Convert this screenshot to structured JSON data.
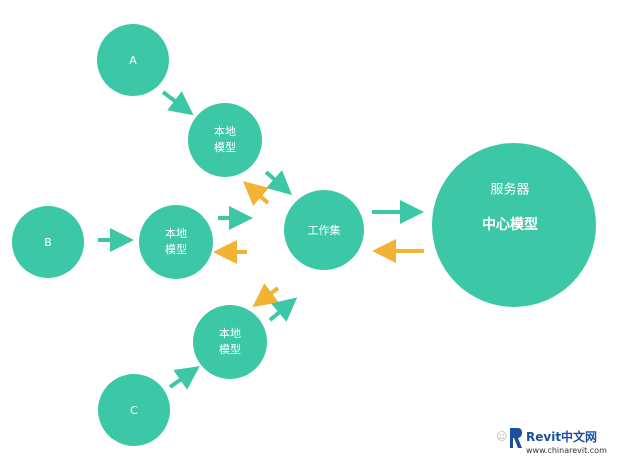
{
  "colors": {
    "node": "#3cc8a6",
    "arrow_up": "#3cc8a6",
    "arrow_down": "#f2b233",
    "background": "#ffffff"
  },
  "nodes": {
    "user_a": "A",
    "user_b": "B",
    "user_c": "C",
    "local_model_top": [
      "本地",
      "模型"
    ],
    "local_model_middle": [
      "本地",
      "模型"
    ],
    "local_model_bottom": [
      "本地",
      "模型"
    ],
    "workset": "工作集",
    "server": [
      "服务器",
      "中心模型"
    ]
  },
  "watermark": {
    "brand": "Revit中文网",
    "url": "www.chinarevit.com"
  }
}
